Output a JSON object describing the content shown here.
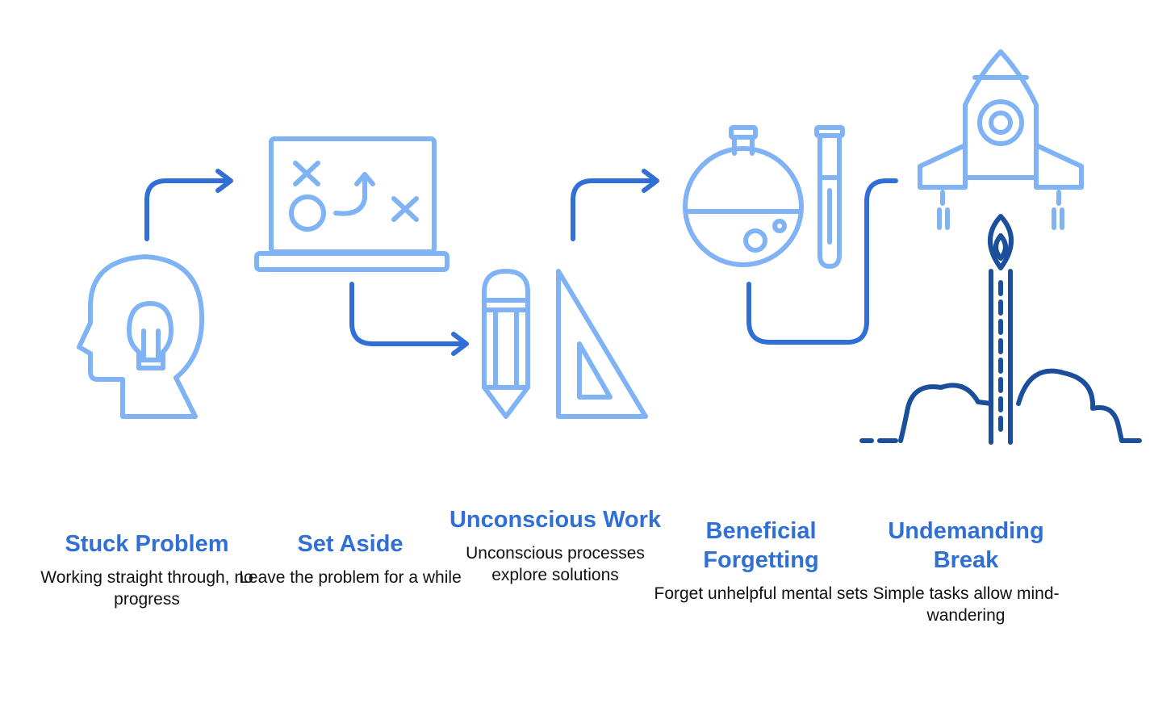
{
  "colors": {
    "light": "#7fb3f5",
    "medium": "#2f6fd6",
    "dark": "#1b4e9b",
    "title": "#2f6fd6",
    "text": "#111111"
  },
  "steps": [
    {
      "title": "Stuck Problem",
      "desc": "Working straight through, no progress",
      "icon": "head-lightbulb-icon"
    },
    {
      "title": "Set Aside",
      "desc": "Leave the problem for a while",
      "icon": "whiteboard-plan-icon"
    },
    {
      "title": "Unconscious Work",
      "desc": "Unconscious processes explore solutions",
      "icon": "pencil-ruler-icon"
    },
    {
      "title": "Beneficial Forgetting",
      "desc": "Forget unhelpful mental sets",
      "icon": "flask-testtube-icon"
    },
    {
      "title": "Undemanding Break",
      "desc": "Simple tasks allow mind-wandering",
      "icon": "rocket-launch-icon"
    }
  ]
}
